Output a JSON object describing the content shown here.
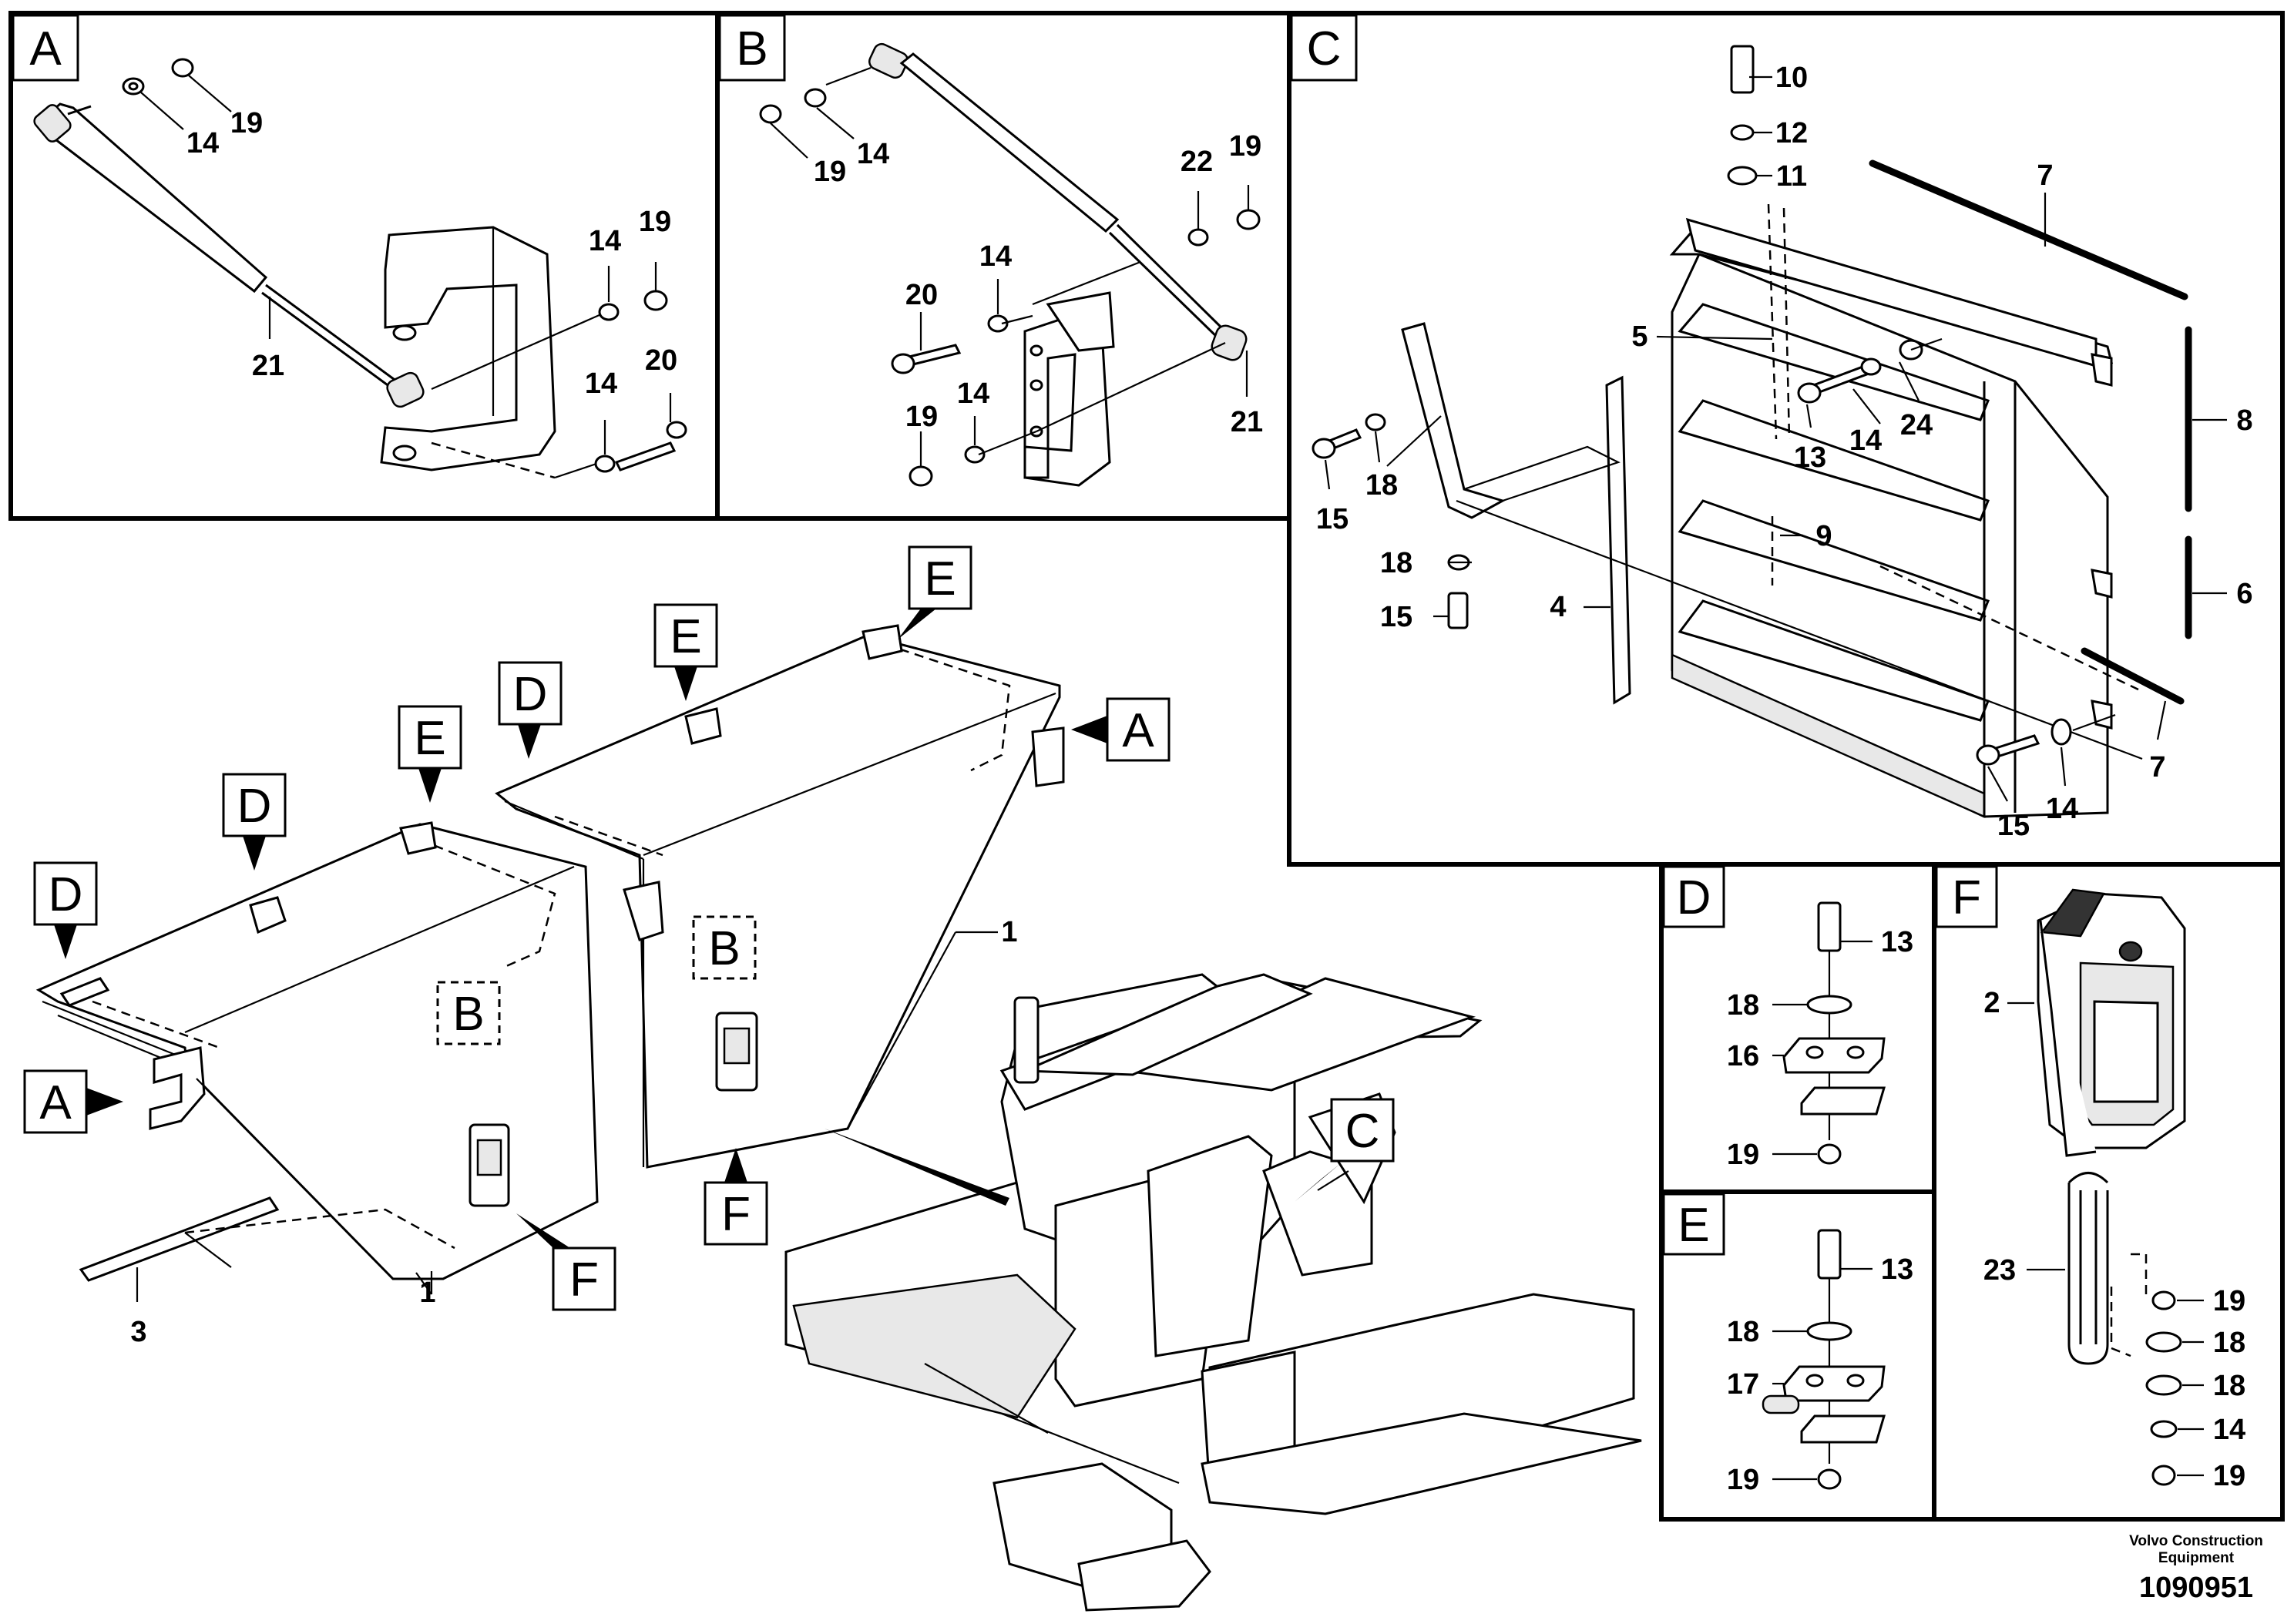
{
  "panels": {
    "A": "A",
    "B": "B",
    "C": "C",
    "D": "D",
    "E": "E",
    "F": "F"
  },
  "panel_a_labels": {
    "l14a": "14",
    "l19a": "19",
    "l21": "21",
    "l14b": "14",
    "l19b": "19",
    "l14c": "14",
    "l20": "20"
  },
  "panel_b_labels": {
    "l19a": "19",
    "l14a": "14",
    "l22": "22",
    "l19b": "19",
    "l14b": "14",
    "l20": "20",
    "l21": "21",
    "l19c": "19",
    "l14c": "14"
  },
  "panel_c_labels": {
    "l10": "10",
    "l12": "12",
    "l11": "11",
    "l7a": "7",
    "l5": "5",
    "l8": "8",
    "l24": "24",
    "l14a": "14",
    "l13": "13",
    "l15a": "15",
    "l18a": "18",
    "l9": "9",
    "l6": "6",
    "l18b": "18",
    "l4": "4",
    "l15b": "15",
    "l7b": "7",
    "l15c": "15",
    "l14b": "14"
  },
  "panel_d_labels": {
    "l13": "13",
    "l18": "18",
    "l16": "16",
    "l19": "19"
  },
  "panel_e_labels": {
    "l13": "13",
    "l18": "18",
    "l17": "17",
    "l19": "19"
  },
  "panel_f_labels": {
    "l2": "2",
    "l23": "23",
    "l19a": "19",
    "l18a": "18",
    "l18b": "18",
    "l14": "14",
    "l19b": "19"
  },
  "main_labels": {
    "l1a": "1",
    "l1b": "1",
    "l3": "3"
  },
  "footer": {
    "brand_line1": "Volvo Construction",
    "brand_line2": "Equipment",
    "drawing_number": "1090951"
  }
}
